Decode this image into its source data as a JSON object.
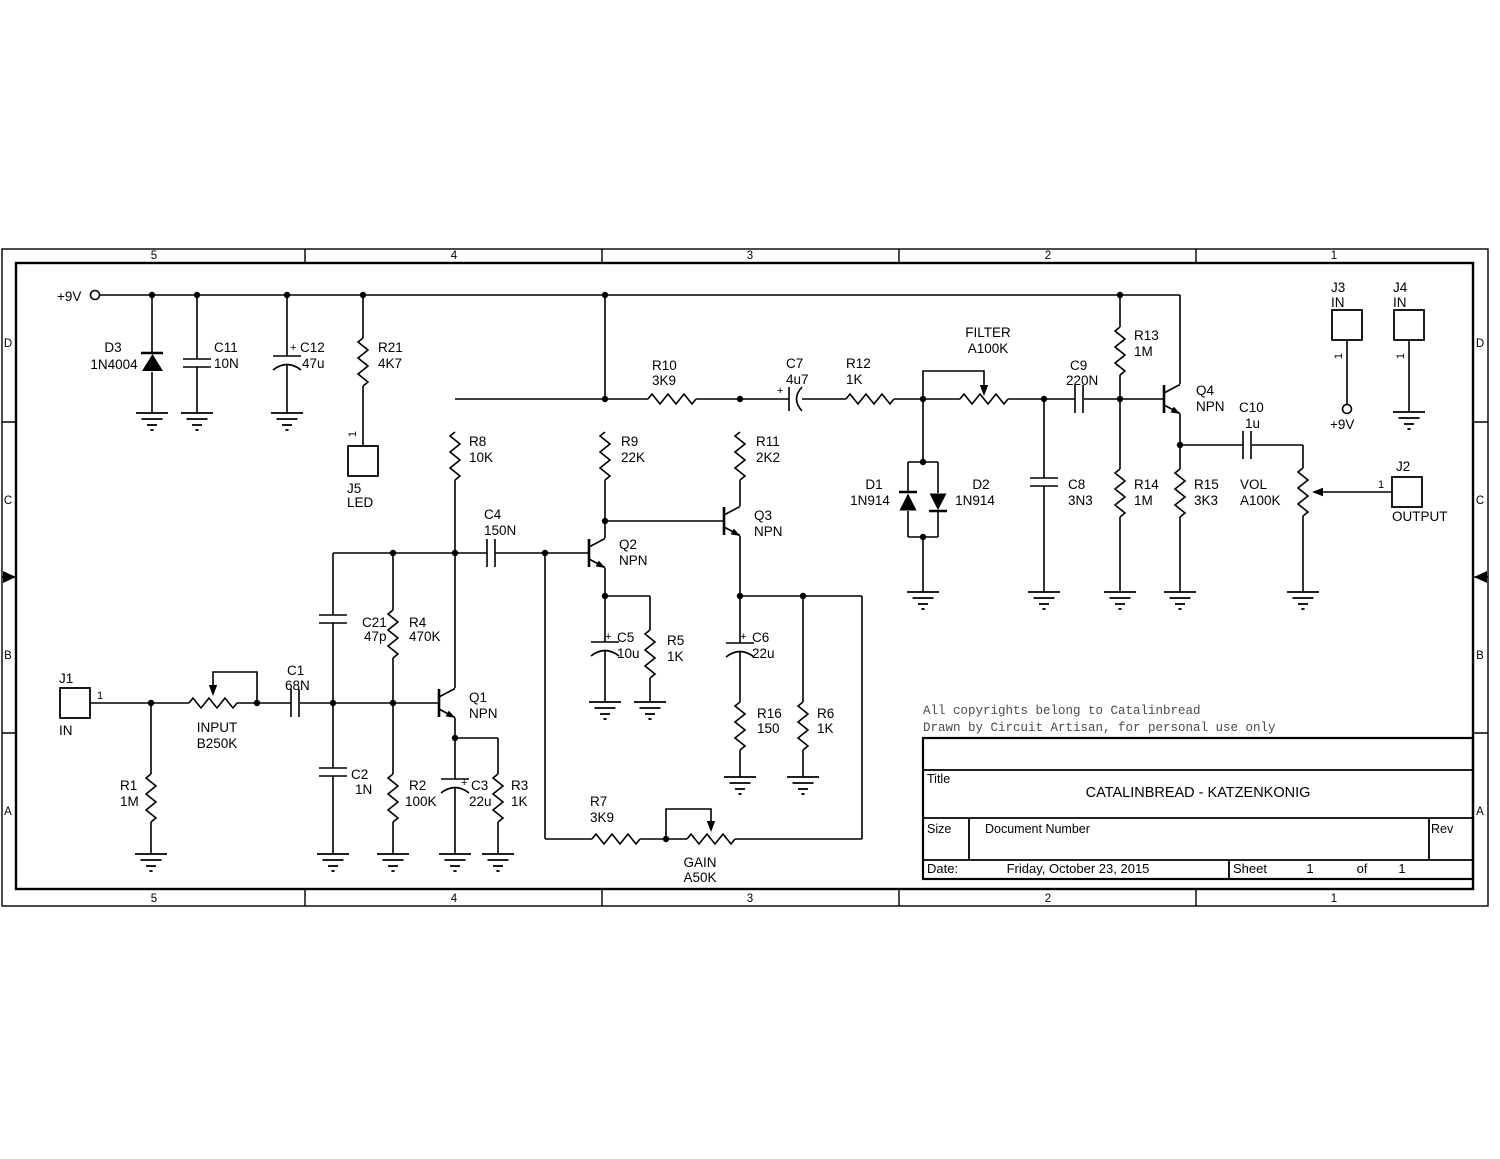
{
  "colors": {
    "ink": "#000000",
    "paper": "#ffffff",
    "note_ink": "#4a4a4a"
  },
  "frame": {
    "columns": [
      "5",
      "4",
      "3",
      "2",
      "1"
    ],
    "rows": [
      "D",
      "C",
      "B",
      "A"
    ]
  },
  "power": {
    "main_rail": "+9V",
    "j3_net": "+9V"
  },
  "components": {
    "d3": {
      "ref": "D3",
      "value": "1N4004"
    },
    "c11": {
      "ref": "C11",
      "value": "10N"
    },
    "c12": {
      "ref": "C12",
      "value": "47u",
      "polarity": "+"
    },
    "r21": {
      "ref": "R21",
      "value": "4K7"
    },
    "j5": {
      "ref": "J5",
      "value": "LED",
      "pin": "1"
    },
    "j1": {
      "ref": "J1",
      "value": "IN",
      "pin": "1"
    },
    "j2": {
      "ref": "J2",
      "value": "OUTPUT",
      "pin": "1"
    },
    "j3": {
      "ref": "J3",
      "value": "IN",
      "pin": "1"
    },
    "j4": {
      "ref": "J4",
      "value": "IN",
      "pin": "1"
    },
    "r1": {
      "ref": "R1",
      "value": "1M"
    },
    "input_pot": {
      "ref": "INPUT",
      "value": "B250K"
    },
    "c1": {
      "ref": "C1",
      "value": "68N"
    },
    "c2": {
      "ref": "C2",
      "value": "1N"
    },
    "c21": {
      "ref": "C21",
      "value": "47p"
    },
    "r4": {
      "ref": "R4",
      "value": "470K"
    },
    "r2": {
      "ref": "R2",
      "value": "100K"
    },
    "c3": {
      "ref": "C3",
      "value": "22u",
      "polarity": "+"
    },
    "r3": {
      "ref": "R3",
      "value": "1K"
    },
    "q1": {
      "ref": "Q1",
      "value": "NPN"
    },
    "r8": {
      "ref": "R8",
      "value": "10K"
    },
    "c4": {
      "ref": "C4",
      "value": "150N"
    },
    "q2": {
      "ref": "Q2",
      "value": "NPN"
    },
    "r9": {
      "ref": "R9",
      "value": "22K"
    },
    "c5": {
      "ref": "C5",
      "value": "10u",
      "polarity": "+"
    },
    "r5": {
      "ref": "R5",
      "value": "1K"
    },
    "r10": {
      "ref": "R10",
      "value": "3K9"
    },
    "q3": {
      "ref": "Q3",
      "value": "NPN"
    },
    "r11": {
      "ref": "R11",
      "value": "2K2"
    },
    "c6": {
      "ref": "C6",
      "value": "22u",
      "polarity": "+"
    },
    "r16": {
      "ref": "R16",
      "value": "150"
    },
    "r6": {
      "ref": "R6",
      "value": "1K"
    },
    "r7": {
      "ref": "R7",
      "value": "3K9"
    },
    "gain_pot": {
      "ref": "GAIN",
      "value": "A50K"
    },
    "c7": {
      "ref": "C7",
      "value": "4u7",
      "polarity": "+"
    },
    "r12": {
      "ref": "R12",
      "value": "1K"
    },
    "filter_pot": {
      "ref": "FILTER",
      "value": "A100K"
    },
    "d1": {
      "ref": "D1",
      "value": "1N914"
    },
    "d2": {
      "ref": "D2",
      "value": "1N914"
    },
    "c9": {
      "ref": "C9",
      "value": "220N"
    },
    "c8": {
      "ref": "C8",
      "value": "3N3"
    },
    "r13": {
      "ref": "R13",
      "value": "1M"
    },
    "r14": {
      "ref": "R14",
      "value": "1M"
    },
    "q4": {
      "ref": "Q4",
      "value": "NPN"
    },
    "r15": {
      "ref": "R15",
      "value": "3K3"
    },
    "c10": {
      "ref": "C10",
      "value": "1u"
    },
    "vol_pot": {
      "ref": "VOL",
      "value": "A100K"
    }
  },
  "notes": {
    "line1": "All copyrights belong to Catalinbread",
    "line2": "Drawn by Circuit Artisan, for personal use only"
  },
  "titleblock": {
    "title_label": "Title",
    "title": "CATALINBREAD - KATZENKONIG",
    "size_label": "Size",
    "docnum_label": "Document Number",
    "rev_label": "Rev",
    "date_label": "Date:",
    "date": "Friday, October 23, 2015",
    "sheet_label": "Sheet",
    "sheet": "1",
    "of_label": "of",
    "total": "1"
  }
}
